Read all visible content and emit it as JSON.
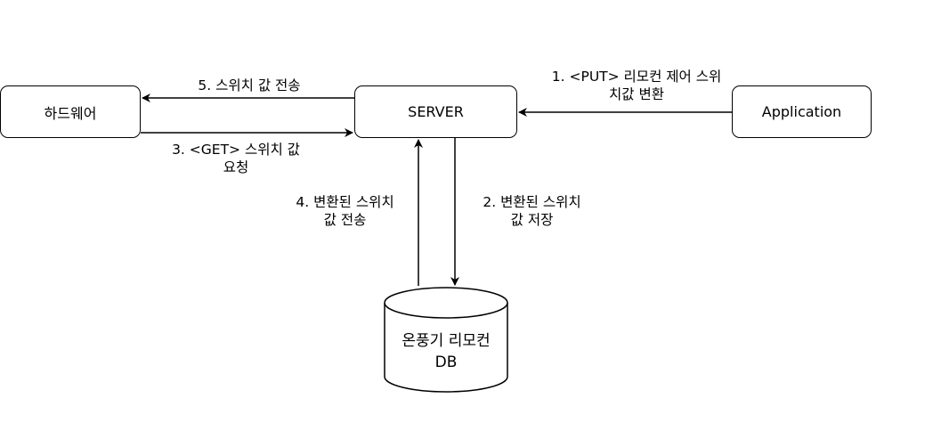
{
  "nodes": {
    "hardware": "하드웨어",
    "server": "SERVER",
    "application": "Application",
    "db": [
      "온풍기 리모컨",
      "DB"
    ]
  },
  "edges": {
    "put_request": [
      "1. <PUT> 리모컨 제어 스위",
      "치값 변환"
    ],
    "store_changed": [
      "2. 변환된 스위치",
      "값 저장"
    ],
    "get_request": [
      "3. <GET> 스위치 값",
      "요청"
    ],
    "send_changed": [
      "4. 변환된 스위치",
      "값 전송"
    ],
    "send_switch": [
      "5. 스위치 값 전송"
    ]
  },
  "colors": {
    "stroke": "#000000",
    "background": "#ffffff"
  }
}
